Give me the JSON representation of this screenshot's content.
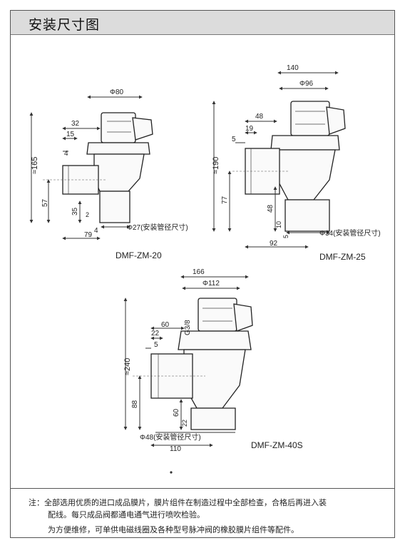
{
  "header": {
    "title": "安装尺寸图"
  },
  "models": [
    {
      "name": "DMF-ZM-20",
      "dims": {
        "d80": "Φ80",
        "d27": "Φ27(安装管径尺寸)",
        "h165": "≈165",
        "d32": "32",
        "d15": "15",
        "d4": "4",
        "d57": "57",
        "d35": "35",
        "d4b": "4",
        "d79": "79",
        "d2": "2"
      }
    },
    {
      "name": "DMF-ZM-25",
      "dims": {
        "d140": "140",
        "d96": "Φ96",
        "d48": "48",
        "d19": "19",
        "d5": "5",
        "h190": "≈190",
        "d77": "77",
        "d48v": "48",
        "d10": "10",
        "d5b": "5",
        "d34": "Φ34(安装管径尺寸)",
        "d92": "92"
      }
    },
    {
      "name": "DMF-ZM-40S",
      "dims": {
        "d166": "166",
        "d112": "Φ112",
        "g38": "G3/8",
        "d60": "60",
        "d22": "22",
        "d5": "5",
        "h240": "≈240",
        "d88": "88",
        "d60v": "60",
        "d22v": "22",
        "d48": "Φ48(安装管径尺寸)",
        "d110": "110"
      }
    }
  ],
  "note": {
    "line1": "注：全部选用优质的进口成品膜片，膜片组件在制造过程中全部检查，合格后再进入装",
    "line2": "配线。每只成品阀都通电通气进行喷吹检验。",
    "line3": "为方便维修，可单供电磁线圈及各种型号脉冲阀的橡胶膜片组件等配件。"
  }
}
